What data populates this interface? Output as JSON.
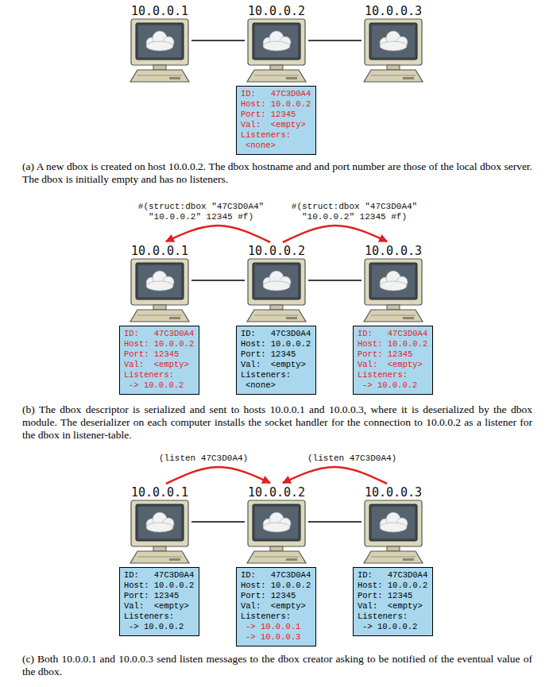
{
  "diagram": {
    "nodes": [
      {
        "text": [
          "10.0.0.1"
        ]
      },
      {
        "text": [
          "10.0.0.2"
        ]
      },
      {
        "text": [
          "10.0.0.3"
        ]
      },
      {
        "text": [
          "ID:   47C3D0A4",
          "Host: 10.0.0.2",
          "Port: 12345",
          "Val:  <empty>",
          "Listeners:",
          "<none>"
        ]
      },
      {
        "text": [
          "10.0.0.1"
        ]
      },
      {
        "text": [
          "10.0.0.2"
        ]
      },
      {
        "text": [
          "10.0.0.3"
        ]
      },
      {
        "text": [
          "ID:   47C3D0A4",
          "Host: 10.0.0.2",
          "Port: 12345",
          "Val:  <empty>",
          "Listeners:",
          "-> 10.0.0.2"
        ]
      },
      {
        "text": [
          "ID:   47C3D0A4",
          "Host: 10.0.0.2",
          "Port: 12345",
          "Val:  <empty>",
          "Listeners:",
          "<none>"
        ]
      },
      {
        "text": [
          "ID:   47C3D0A4",
          "Host: 10.0.0.2",
          "Port: 12345",
          "Val:  <empty>",
          "Listeners:",
          "-> 10.0.0.2"
        ]
      },
      {
        "text": [
          "10.0.0.1"
        ]
      },
      {
        "text": [
          "10.0.0.2"
        ]
      },
      {
        "text": [
          "10.0.0.3"
        ]
      },
      {
        "text": [
          "ID:   47C3D0A4",
          "Host: 10.0.0.2",
          "Port: 12345",
          "Val:  <empty>",
          "Listeners:",
          "-> 10.0.0.2"
        ]
      },
      {
        "text": [
          "ID:   47C3D0A4",
          "Host: 10.0.0.2",
          "Port: 12345",
          "Val:  <empty>",
          "Listeners:",
          "-> 10.0.0.1",
          "-> 10.0.0.3"
        ]
      },
      {
        "text": [
          "ID:   47C3D0A4",
          "Host: 10.0.0.2",
          "Port: 12345",
          "Val:  <empty>",
          "Listeners:",
          "-> 10.0.0.2"
        ]
      }
    ],
    "edges": [
      {
        "from": 0,
        "to": 1,
        "arrow": "none"
      },
      {
        "from": 1,
        "to": 2,
        "arrow": "none"
      },
      {
        "from": 4,
        "to": 5,
        "arrow": "none"
      },
      {
        "from": 5,
        "to": 6,
        "arrow": "none"
      },
      {
        "from": 5,
        "to": 4,
        "arrow": "to",
        "label": "#(struct:dbox \"47C3D0A4\" \"10.0.0.2\" 12345 #f)"
      },
      {
        "from": 5,
        "to": 6,
        "arrow": "to",
        "label": "#(struct:dbox \"47C3D0A4\" \"10.0.0.2\" 12345 #f)"
      },
      {
        "from": 10,
        "to": 11,
        "arrow": "none"
      },
      {
        "from": 11,
        "to": 12,
        "arrow": "none"
      },
      {
        "from": 10,
        "to": 11,
        "arrow": "to",
        "label": "(listen 47C3D0A4)"
      },
      {
        "from": 12,
        "to": 11,
        "arrow": "to",
        "label": "(listen 47C3D0A4)"
      }
    ],
    "labels": [
      "(a) A new dbox is created on host 10.0.0.2. The dbox hostname and and port number are those of the local dbox server. The dbox is initially empty and has no listeners.",
      "(b) The dbox descriptor is serialized and sent to hosts 10.0.0.1 and 10.0.0.3, where it is deserialized by the dbox module. The deserializer on each computer installs the socket handler for the connection to 10.0.0.2 as a listener for the dbox in listener-table.",
      "(c) Both 10.0.0.1 and 10.0.0.3 send listen messages to the dbox creator asking to be notified of the eventual value of the dbox."
    ]
  }
}
